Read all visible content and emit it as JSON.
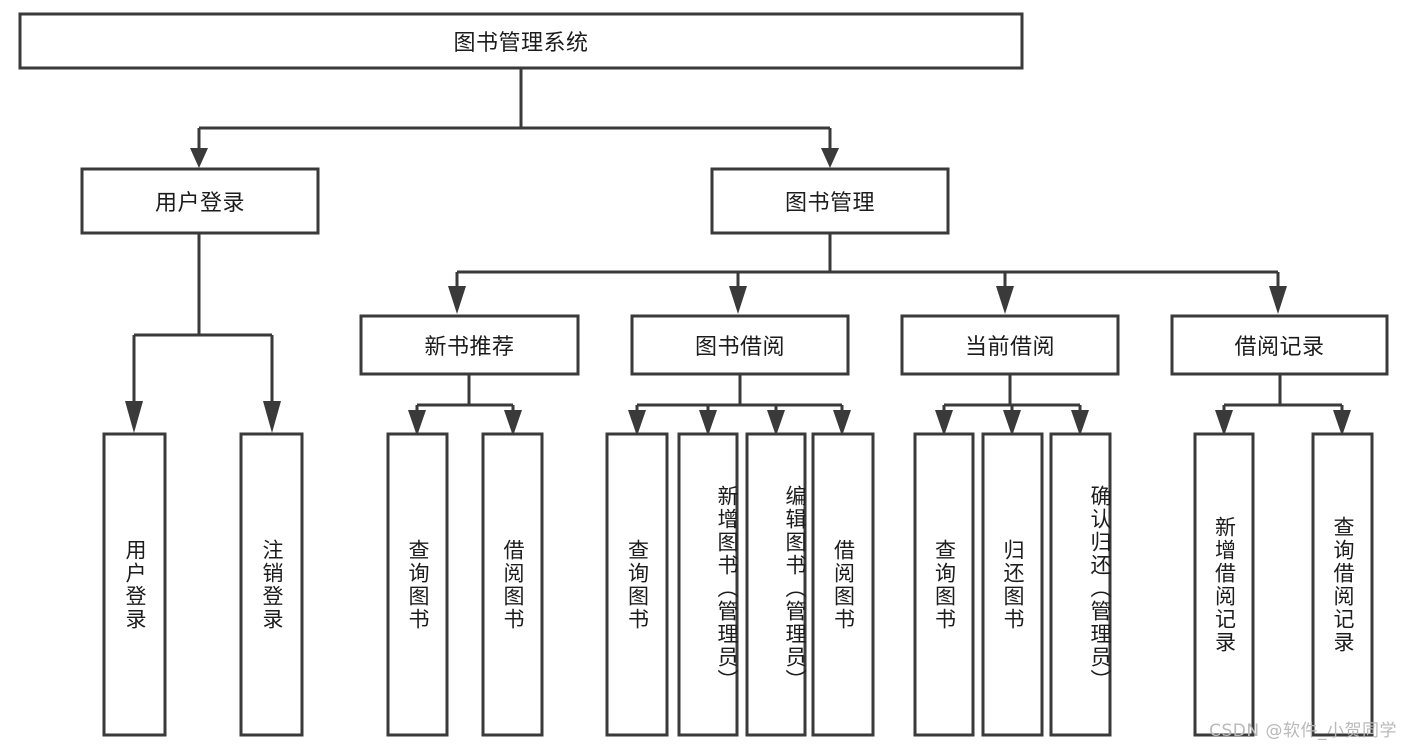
{
  "diagram": {
    "type": "tree",
    "title": "图书管理系统",
    "watermark": "CSDN @软件_小贺同学",
    "colors": {
      "stroke": "#3a3a3a",
      "fill": "#ffffff",
      "text": "#1c1c1c",
      "watermark": "#b9b9b9"
    },
    "root": {
      "label": "图书管理系统"
    },
    "level2": [
      {
        "label": "用户登录"
      },
      {
        "label": "图书管理"
      }
    ],
    "level3": [
      {
        "label": "新书推荐"
      },
      {
        "label": "图书借阅"
      },
      {
        "label": "当前借阅"
      },
      {
        "label": "借阅记录"
      }
    ],
    "leaves": {
      "user_login": [
        {
          "label": "用户登录"
        },
        {
          "label": "注销登录"
        }
      ],
      "new_book_recommend": [
        {
          "label": "查询图书"
        },
        {
          "label": "借阅图书"
        }
      ],
      "book_borrow": [
        {
          "label": "查询图书"
        },
        {
          "label": "新增图书（管理员）"
        },
        {
          "label": "编辑图书（管理员）"
        },
        {
          "label": "借阅图书"
        }
      ],
      "current_borrow": [
        {
          "label": "查询图书"
        },
        {
          "label": "归还图书"
        },
        {
          "label": "确认归还（管理员）"
        }
      ],
      "borrow_record": [
        {
          "label": "新增借阅记录"
        },
        {
          "label": "查询借阅记录"
        }
      ]
    }
  }
}
